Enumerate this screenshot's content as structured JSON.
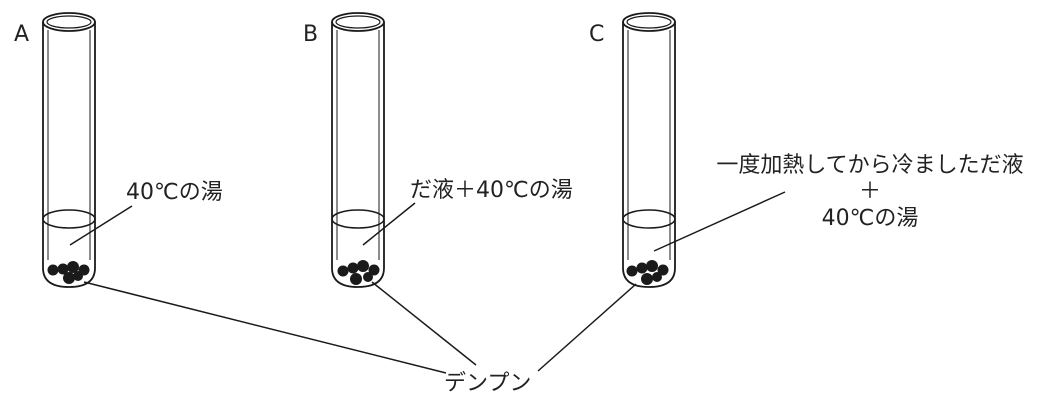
{
  "tubes": [
    {
      "label": "A",
      "contents": "40℃の湯"
    },
    {
      "label": "B",
      "contents": "だ液＋40℃の湯"
    },
    {
      "label": "C",
      "contents_line1": "一度加熱してから冷ましただ液",
      "contents_line2": "＋",
      "contents_line3": "40℃の湯"
    }
  ],
  "starch_label": "デンプン",
  "colors": {
    "stroke": "#1a1a1a",
    "starch": "#1a1a1a",
    "text": "#222222"
  }
}
